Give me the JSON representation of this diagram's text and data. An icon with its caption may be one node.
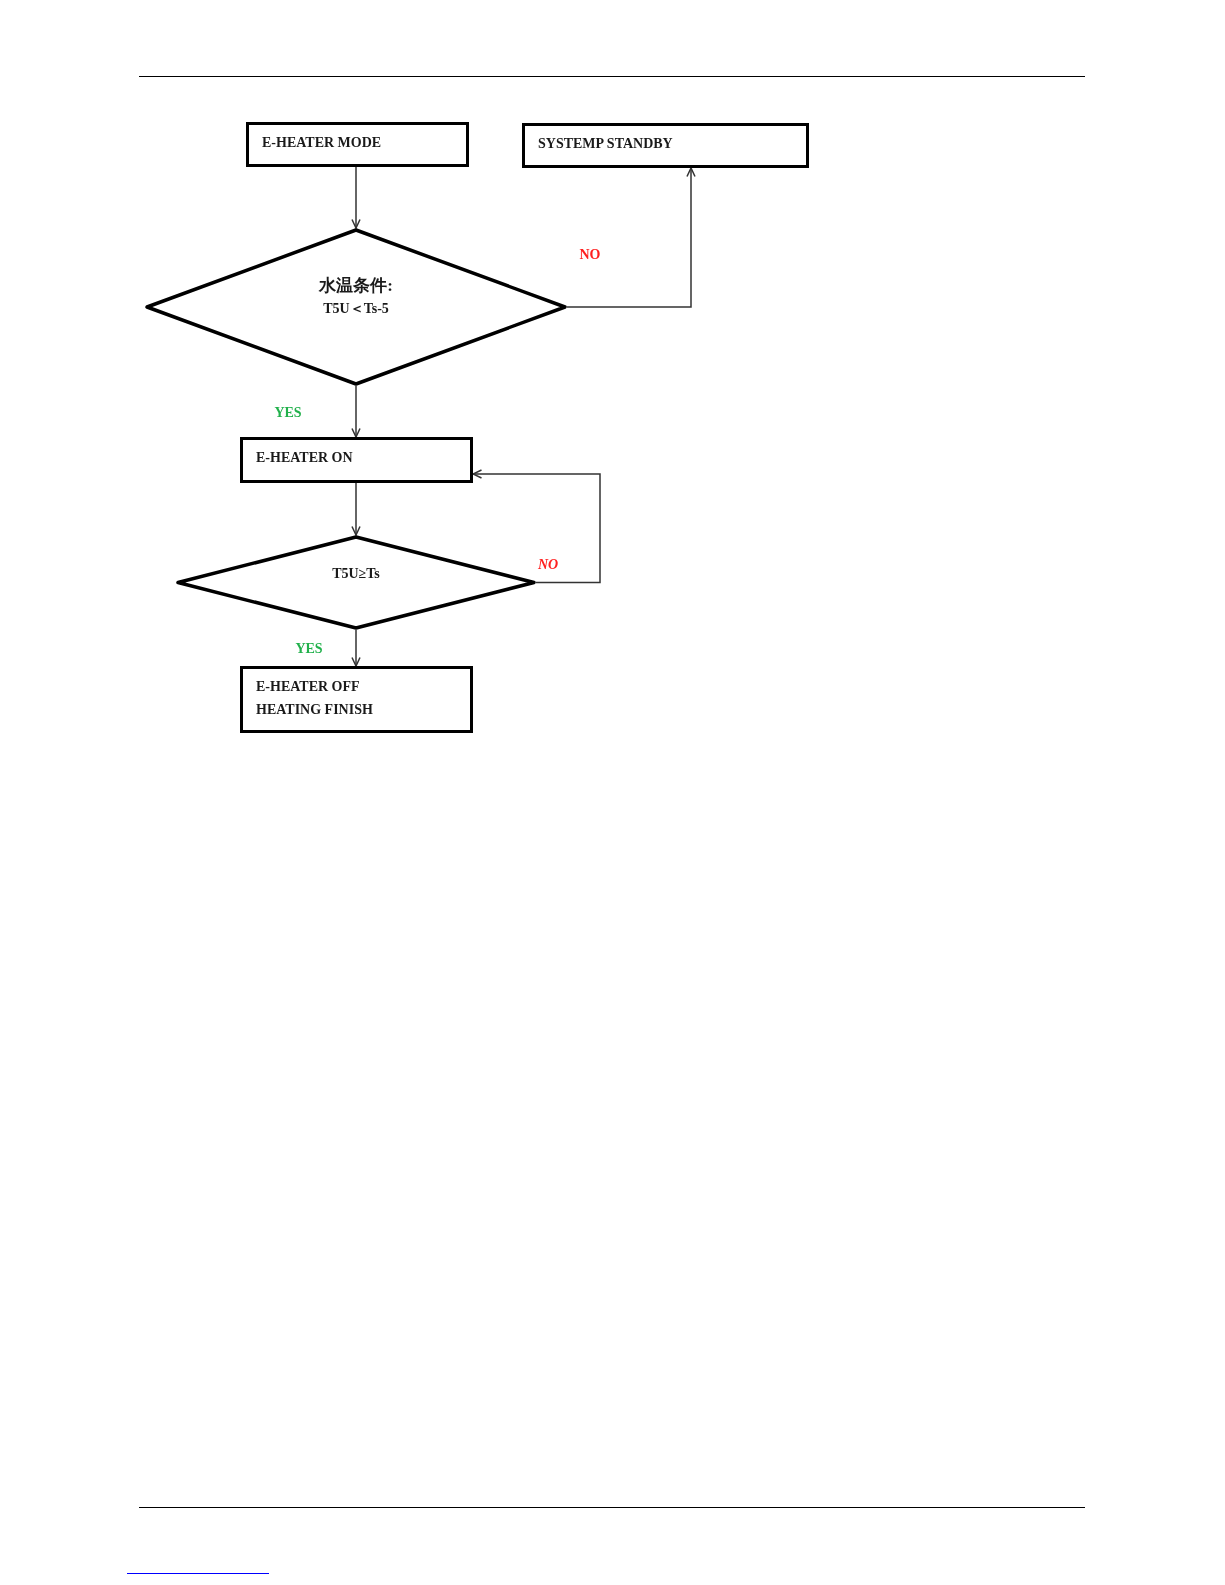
{
  "diagram": {
    "nodes": [
      {
        "text": [
          "E-HEATER MODE"
        ]
      },
      {
        "text": [
          "SYSTEMP STANDBY"
        ]
      },
      {
        "text": [
          "水温条件:",
          "T5U＜Ts-5"
        ]
      },
      {
        "text": [
          "E-HEATER ON"
        ]
      },
      {
        "text": [
          "T5U≥Ts"
        ]
      },
      {
        "text": [
          "E-HEATER OFF",
          "HEATING FINISH"
        ]
      }
    ],
    "edges": [
      {
        "from": 0,
        "to": 2,
        "arrow": "to"
      },
      {
        "from": 2,
        "to": 1,
        "arrow": "to",
        "label": "NO"
      },
      {
        "from": 2,
        "to": 3,
        "arrow": "to",
        "label": "YES"
      },
      {
        "from": 3,
        "to": 4,
        "arrow": "to"
      },
      {
        "from": 4,
        "to": 3,
        "arrow": "to",
        "label": "NO"
      },
      {
        "from": 4,
        "to": 5,
        "arrow": "to",
        "label": "YES"
      }
    ]
  }
}
